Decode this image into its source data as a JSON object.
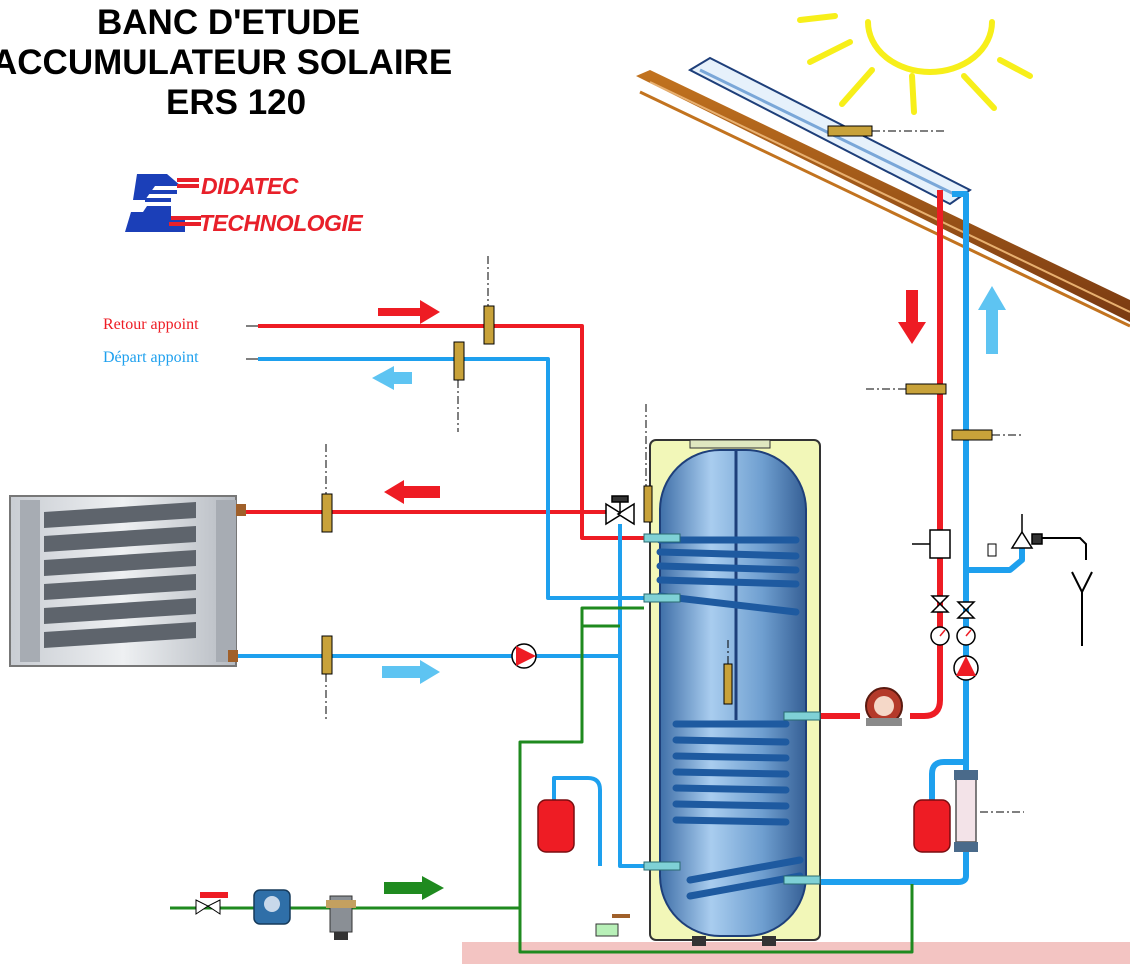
{
  "header": {
    "title_lines": [
      "BANC D'ETUDE",
      "ACCUMULATEUR SOLAIRE",
      "ERS 120"
    ]
  },
  "logo": {
    "line1": "DIDATEC",
    "line2": "TECHNOLOGIE"
  },
  "labels": {
    "return_appoint": "Retour appoint",
    "depart_appoint": "Départ appoint"
  },
  "colors": {
    "hot": "#ee1c24",
    "cold": "#1ea0ee",
    "cold_arrow": "#5ec4f2",
    "supply": "#1f8a1f",
    "sensor": "#c8a23a",
    "tank": "#6f9fd0",
    "jacket": "#f2f7b8",
    "sun": "#f7ef1a",
    "floor": "#f3c4c2",
    "logo_red": "#e8202a",
    "logo_blue": "#1b3fb8"
  },
  "icons": [
    "sun-icon",
    "solar-collector-icon",
    "fan-convector-icon",
    "pump-icon",
    "expansion-vessel-icon",
    "water-meter-icon",
    "flow-meter-icon",
    "safety-valve-icon",
    "three-way-valve-icon",
    "pressure-gauge-icon",
    "filter-icon",
    "drain-tray-icon"
  ]
}
